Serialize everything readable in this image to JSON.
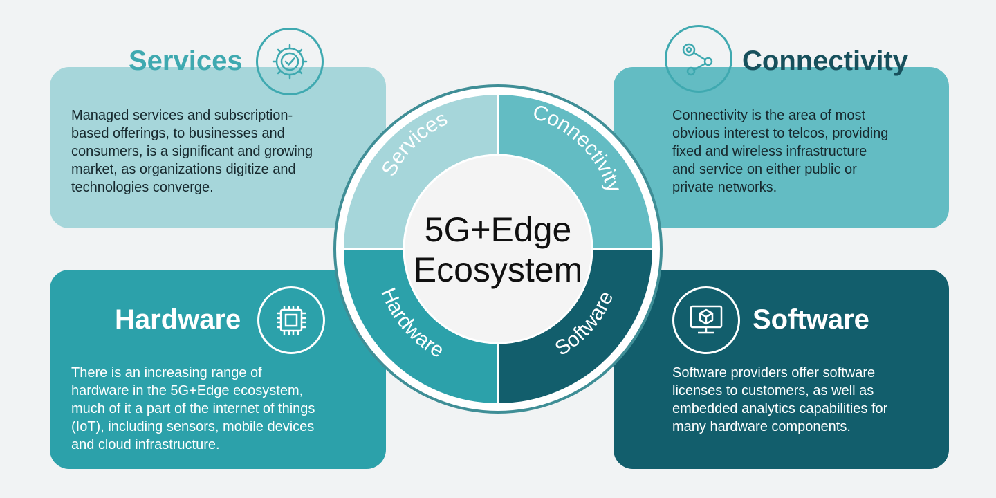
{
  "center": {
    "line1": "5G+Edge",
    "line2": "Ecosystem"
  },
  "quadrants": {
    "services": "Services",
    "connectivity": "Connectivity",
    "hardware": "Hardware",
    "software": "Software"
  },
  "cards": {
    "services": {
      "title": "Services",
      "text": "Managed services and subscription-\nbased offerings, to businesses and\nconsumers, is a significant and growing\nmarket, as organizations digitize and\ntechnologies converge.",
      "icon": "gear-check-icon"
    },
    "connectivity": {
      "title": "Connectivity",
      "text": "Connectivity is the area of most\nobvious interest to telcos, providing\nfixed and wireless infrastructure\nand service on either public or\nprivate networks.",
      "icon": "network-nodes-icon"
    },
    "hardware": {
      "title": "Hardware",
      "text": "There is an increasing range of\nhardware in the 5G+Edge ecosystem,\nmuch of it a part of the internet of things\n(IoT), including sensors, mobile devices\nand cloud infrastructure.",
      "icon": "microchip-icon"
    },
    "software": {
      "title": "Software",
      "text": "Software providers offer software\nlicenses to customers, as well as\nembedded analytics capabilities for\nmany hardware components.",
      "icon": "monitor-cube-icon"
    }
  },
  "colors": {
    "services": "#a6d6da",
    "connectivity": "#63bcc3",
    "hardware": "#2ca1aa",
    "software": "#125e6c",
    "background": "#f1f3f4",
    "services_title": "#3fa9b0",
    "connectivity_title": "#17505c"
  }
}
